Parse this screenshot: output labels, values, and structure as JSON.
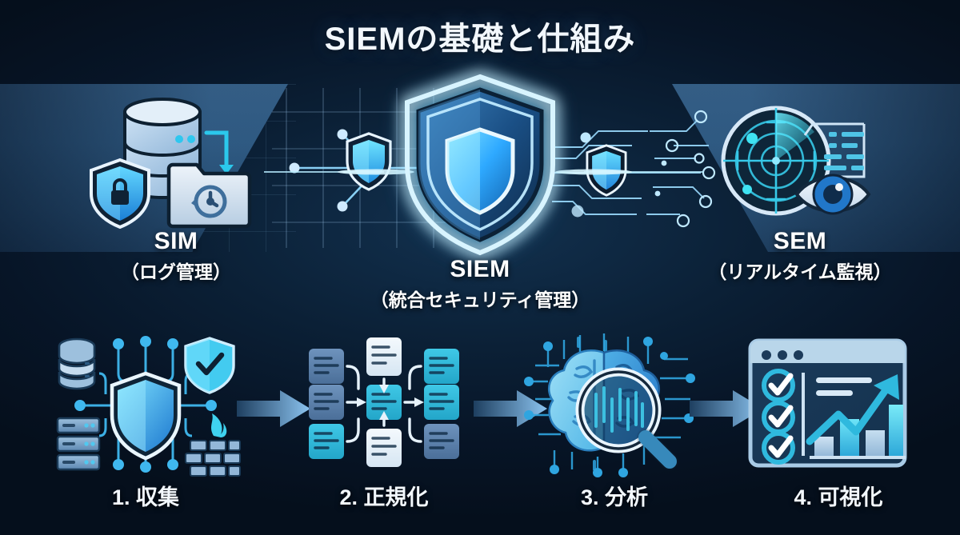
{
  "page": {
    "title": "SIEMの基礎と仕組み",
    "background_color": "#071527",
    "accent_color": "#35c6f4",
    "band_color": "#2e5a82"
  },
  "pillars": [
    {
      "id": "sim",
      "name": "SIM",
      "subtitle": "（ログ管理）",
      "icons": [
        "database-icon",
        "lock-shield-icon",
        "folder-history-icon",
        "down-arrow-icon"
      ]
    },
    {
      "id": "siem",
      "name": "SIEM",
      "subtitle": "（統合セキュリティ管理）",
      "icons": [
        "glowing-shield-icon"
      ]
    },
    {
      "id": "sem",
      "name": "SEM",
      "subtitle": "（リアルタイム監視）",
      "icons": [
        "radar-icon",
        "eye-icon",
        "log-list-icon"
      ]
    }
  ],
  "side_panels": {
    "left": {
      "icons": [
        "network-shield-icon",
        "node-grid-icon"
      ]
    },
    "right": {
      "icons": [
        "circuit-shield-icon",
        "circuit-trace-icon"
      ]
    }
  },
  "process": {
    "steps": [
      {
        "number": "1.",
        "label": "1. 収集",
        "icons": [
          "shield-icon",
          "database-icon",
          "server-rack-icon",
          "check-shield-icon",
          "firewall-icon",
          "network-node-icon"
        ]
      },
      {
        "number": "2.",
        "label": "2. 正規化",
        "icons": [
          "document-card-icon",
          "arrow-right-icon",
          "arrow-down-icon",
          "arrow-up-icon"
        ]
      },
      {
        "number": "3.",
        "label": "3. 分析",
        "icons": [
          "ai-brain-icon",
          "magnifier-icon",
          "circuit-trace-icon"
        ]
      },
      {
        "number": "4.",
        "label": "4. 可視化",
        "icons": [
          "dashboard-window-icon",
          "checkmark-icon",
          "bar-chart-icon",
          "trend-arrow-icon"
        ]
      }
    ],
    "connector": "arrow-right-icon",
    "connector_count": 3
  }
}
